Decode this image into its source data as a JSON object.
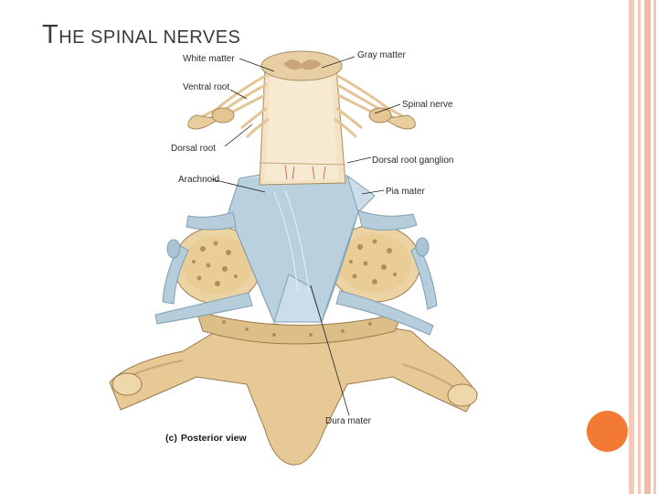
{
  "slide": {
    "title_first": "T",
    "title_rest": "HE SPINAL NERVES"
  },
  "figure": {
    "labels": {
      "white_matter": "White matter",
      "gray_matter": "Gray matter",
      "ventral_root": "Ventral root",
      "spinal_nerve": "Spinal nerve",
      "dorsal_root": "Dorsal  root",
      "dorsal_root_ganglion": "Dorsal root ganglion",
      "arachnoid": "Arachnoid",
      "pia_mater": "Pia mater",
      "dura_mater": "Dura mater"
    },
    "caption_letter": "(c)",
    "caption_text": "Posterior view"
  },
  "colors": {
    "border_accent": "#f4b9a3",
    "dot_accent": "#f27a35",
    "bone": "#e8cfa0",
    "dura": "#c9dbe6",
    "cord": "#f3dfc0"
  }
}
